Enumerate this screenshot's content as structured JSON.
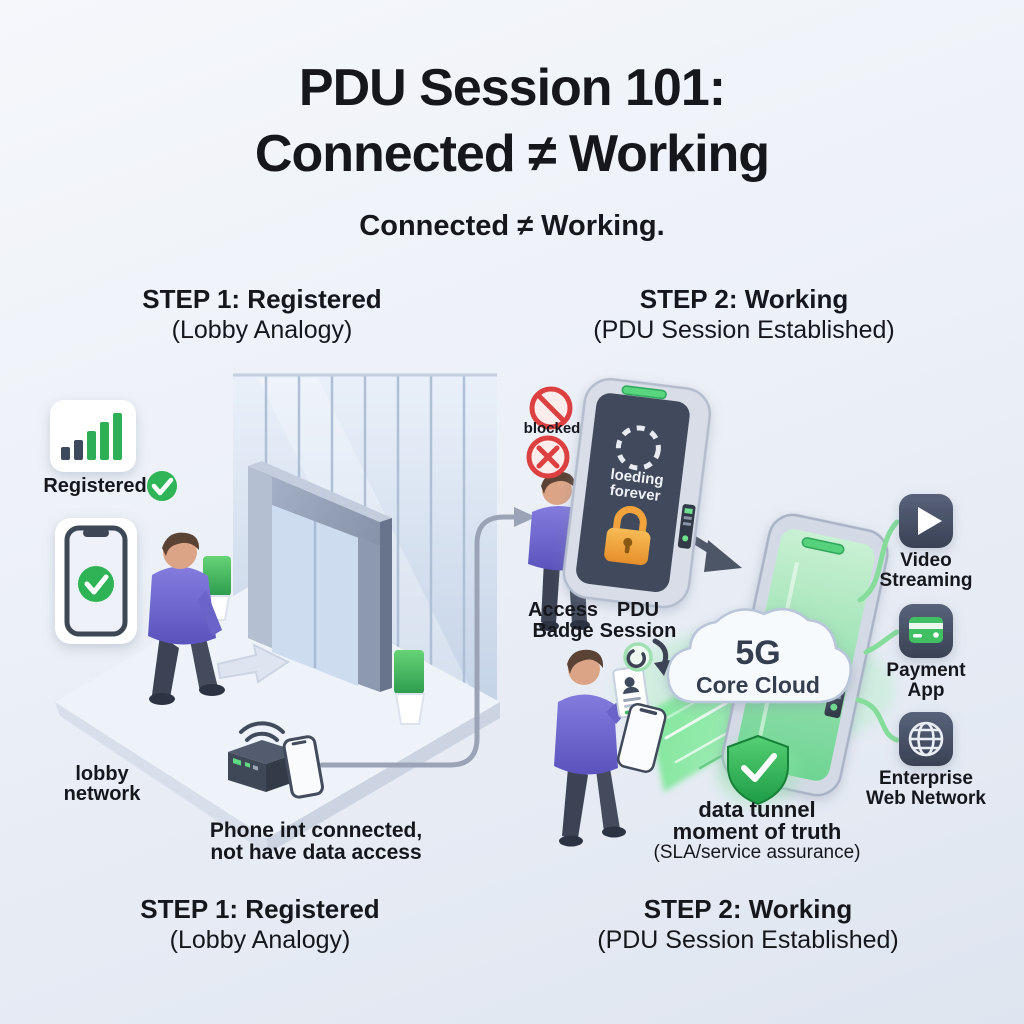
{
  "header": {
    "title_line1": "PDU Session 101:",
    "title_line2": "Connected ≠ Working",
    "subtitle": "Connected ≠ Working."
  },
  "step1": {
    "heading": "STEP 1: Registered",
    "subheading": "(Lobby Analogy)",
    "registered_label": "Registered",
    "lobby_network_line1": "lobby",
    "lobby_network_line2": "network",
    "caption_line1": "Phone int connected,",
    "caption_line2": "not have data access"
  },
  "step2": {
    "heading": "STEP 2: Working",
    "subheading": "(PDU Session Established)",
    "blocked_label": "blocked",
    "loading_line1": "loeding",
    "loading_line2": "forever",
    "access_label_line1": "Access",
    "access_label_line2": "Badge",
    "pdu_label_line1": "PDU",
    "pdu_label_line2": "Session",
    "cloud_title": "5G",
    "cloud_subtitle": "Core Cloud",
    "tunnel_line1": "data tunnel",
    "tunnel_line2": "moment of truth",
    "tunnel_line3": "(SLA/service assurance)",
    "apps": [
      {
        "line1": "Video",
        "line2": "Streaming"
      },
      {
        "line1": "Payment",
        "line2": "App"
      },
      {
        "line1": "Enterprise",
        "line2": "Web Network"
      }
    ]
  },
  "footer": {
    "step1_heading": "STEP 1: Registered",
    "step1_subheading": "(Lobby Analogy)",
    "step2_heading": "STEP 2: Working",
    "step2_subheading": "(PDU Session Established)"
  },
  "colors": {
    "green": "#2fb457",
    "red": "#dd4040",
    "orange": "#f0a23b",
    "slate": "#424b5c",
    "purple": "#6e67cd"
  }
}
